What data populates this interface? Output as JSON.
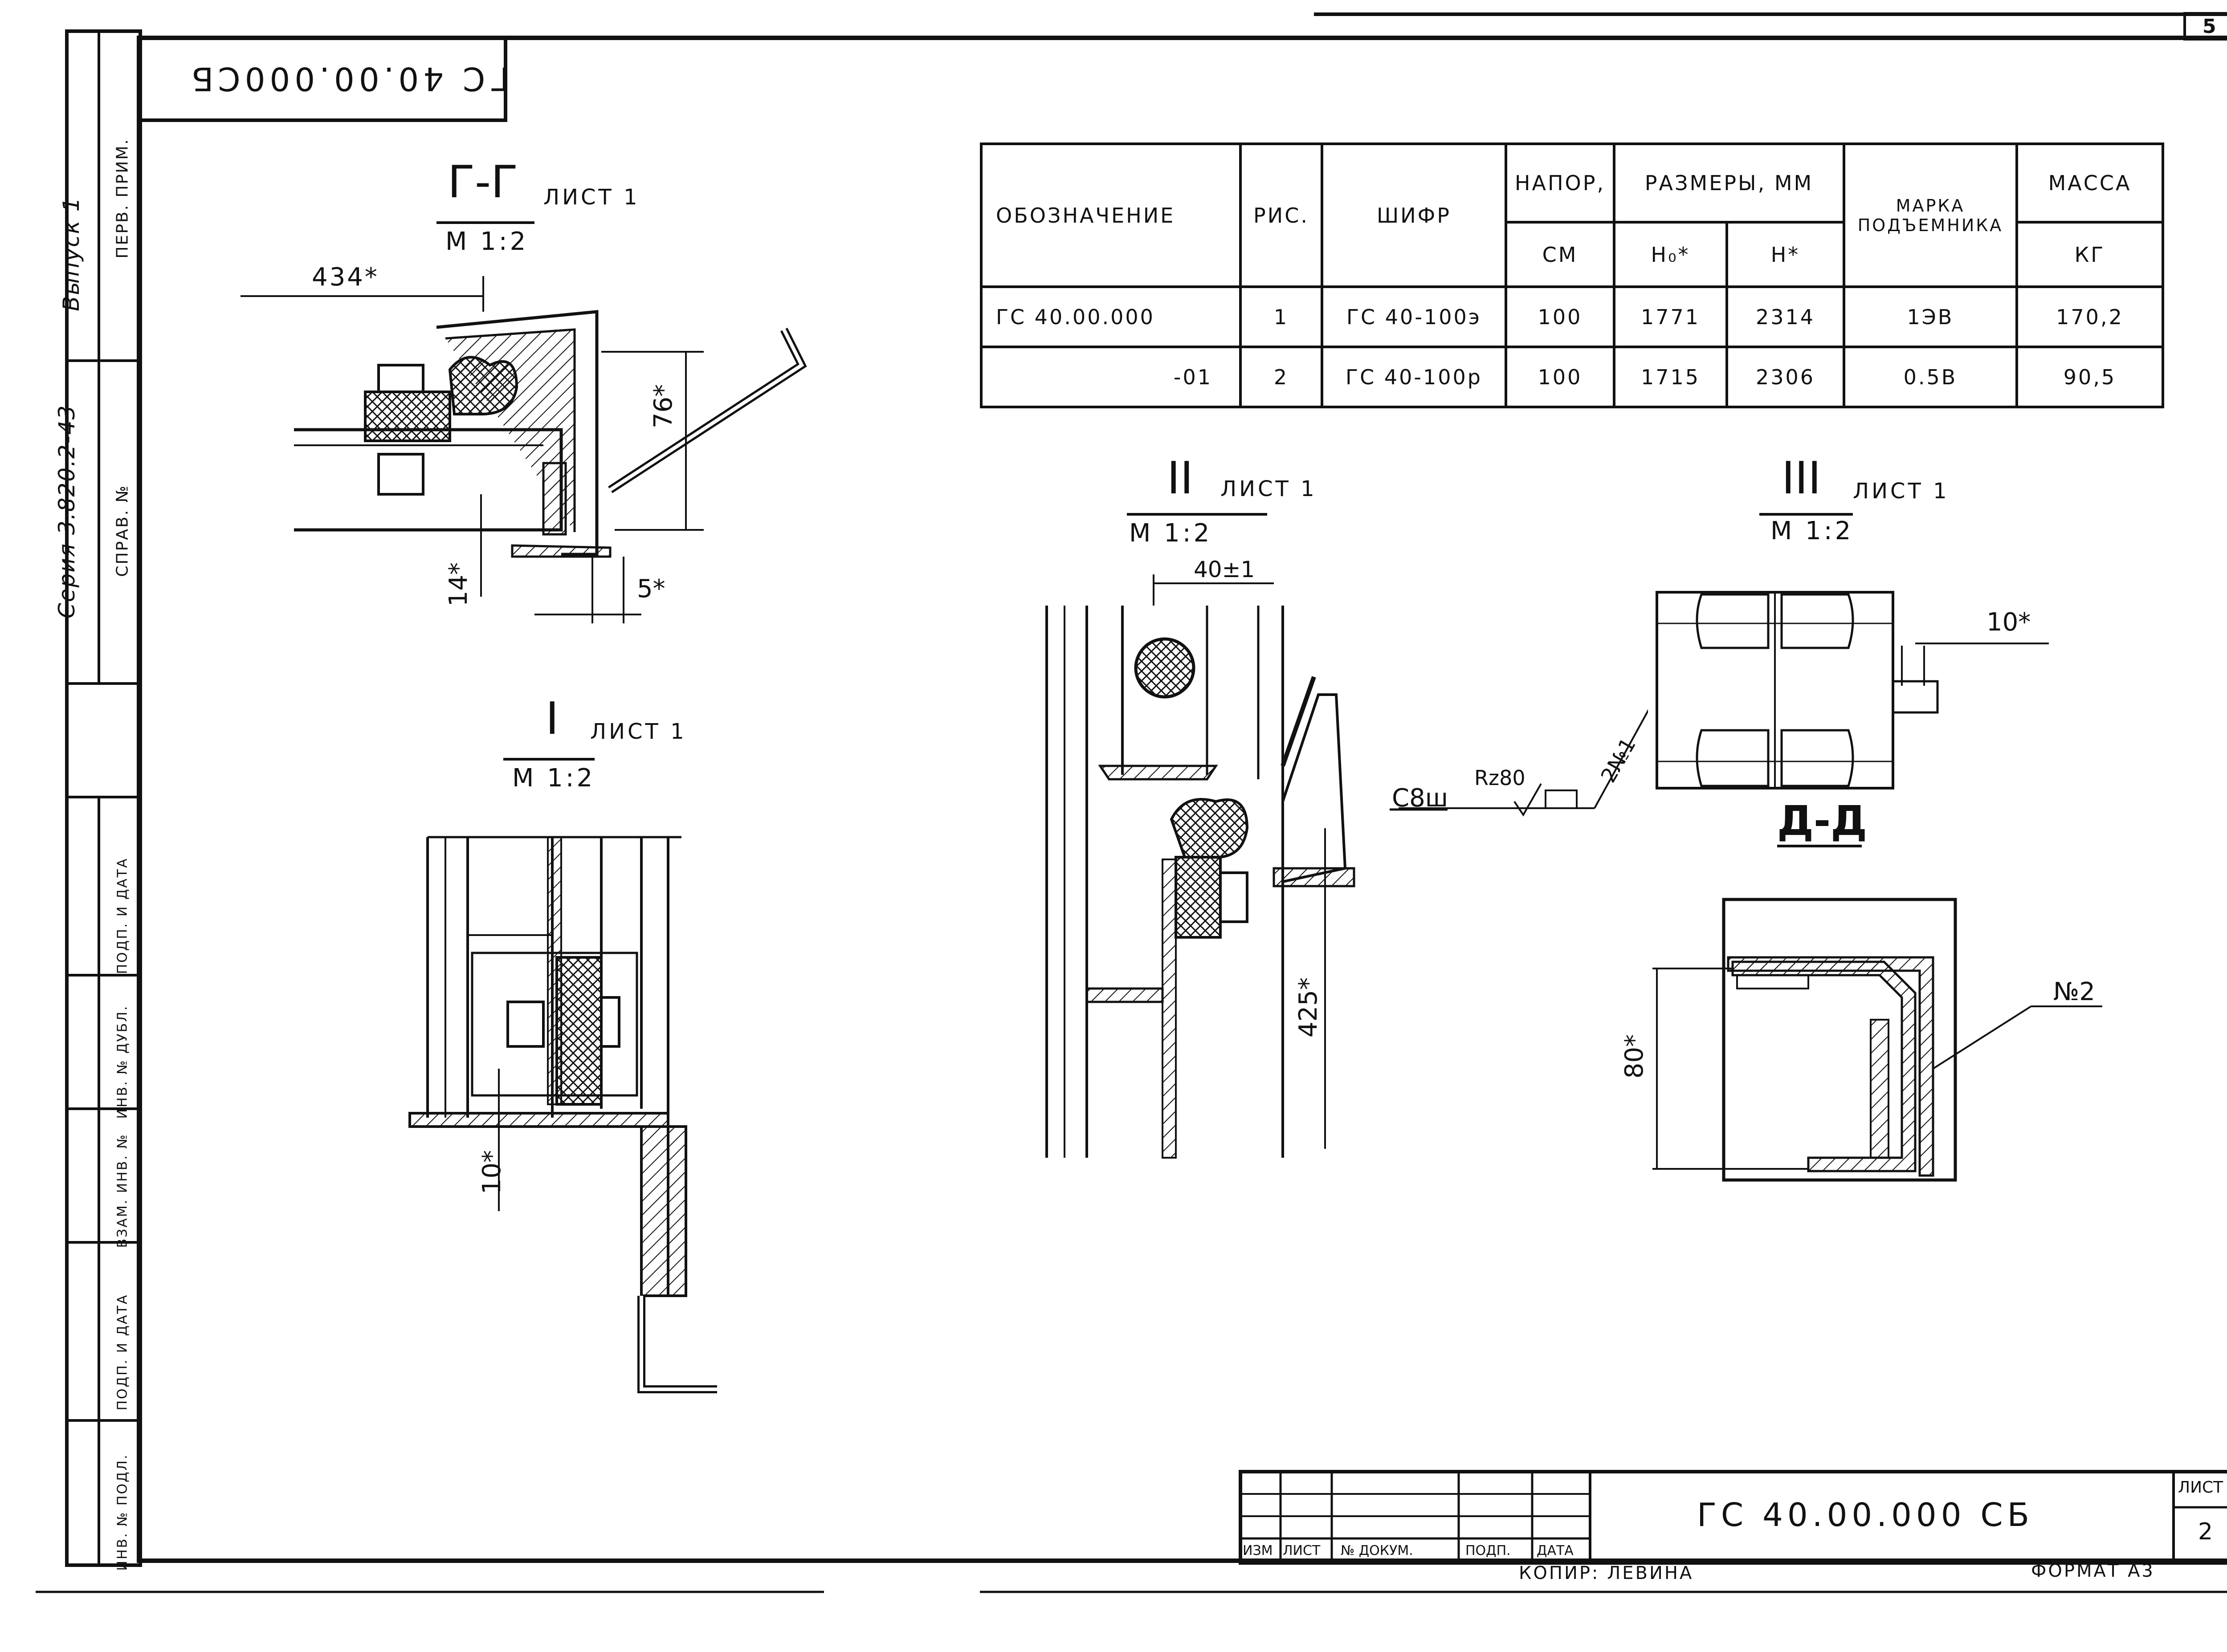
{
  "page_number": "5",
  "rotated_code": "ГС 40.00.000СБ",
  "series_label": "Серия 3.820.2-43",
  "issue_label": "Выпуск 1",
  "left_column": {
    "perv_prim": "ПЕРВ. ПРИМ.",
    "sprav_no": "СПРАВ. №",
    "podp_data_1": "ПОДП. И ДАТА",
    "inv_dubl": "ИНВ. № ДУБЛ.",
    "vzam_inv": "ВЗАМ. ИНВ. №",
    "podp_data_2": "ПОДП. И ДАТА",
    "inv_podl": "ИНВ. № ПОДЛ."
  },
  "views": {
    "gg": {
      "title": "Г-Г",
      "sheet": "ЛИСТ 1",
      "scale": "М 1:2",
      "dims": {
        "d434": "434*",
        "d76": "76*",
        "d14": "14*",
        "d5": "5*"
      }
    },
    "i": {
      "title": "I",
      "sheet": "ЛИСТ 1",
      "scale": "М 1:2",
      "dims": {
        "d10": "10*"
      }
    },
    "ii": {
      "title": "II",
      "sheet": "ЛИСТ 1",
      "scale": "М 1:2",
      "dims": {
        "d40": "40±1",
        "d425": "425*"
      },
      "weld_mark": "С8ш",
      "rz": "Rz80",
      "note": "2№1"
    },
    "iii": {
      "title": "III",
      "sheet": "ЛИСТ 1",
      "scale": "М 1:2",
      "dims": {
        "d10": "10*"
      }
    },
    "dd": {
      "title": "Д-Д",
      "dims": {
        "d80": "80*"
      },
      "callout": "№2"
    }
  },
  "table": {
    "headers": {
      "designation": "ОБОЗНАЧЕНИЕ",
      "fig": "РИС.",
      "code": "ШИФР",
      "head": "НАПОР,",
      "head_unit": "СМ",
      "sizes": "РАЗМЕРЫ, ММ",
      "h0": "H₀*",
      "h": "H*",
      "lift": "МАРКА ПОДЪЕМНИКА",
      "mass": "МАССА",
      "mass_unit": "КГ"
    },
    "rows": [
      {
        "designation": "ГС 40.00.000",
        "fig": "1",
        "code": "ГС 40-100э",
        "head": "100",
        "h0": "1771",
        "h": "2314",
        "lift": "1ЭВ",
        "mass": "170,2"
      },
      {
        "designation": "-01",
        "fig": "2",
        "code": "ГС 40-100р",
        "head": "100",
        "h0": "1715",
        "h": "2306",
        "lift": "0.5В",
        "mass": "90,5"
      }
    ]
  },
  "title_block": {
    "code": "ГС 40.00.000 СБ",
    "sheet_label": "ЛИСТ",
    "sheet_number": "2",
    "col_izm": "ИЗМ",
    "col_list": "ЛИСТ",
    "col_doc": "№ ДОКУМ.",
    "col_podp": "ПОДП.",
    "col_data": "ДАТА",
    "copied_by": "КОПИР: ЛЕВИНА",
    "format": "ФОРМАТ А3"
  }
}
